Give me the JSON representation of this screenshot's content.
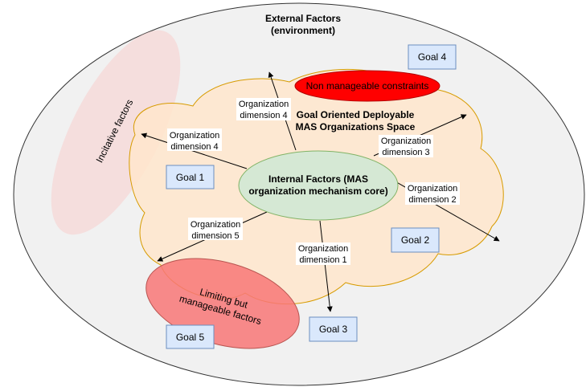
{
  "external": {
    "line1": "External Factors",
    "line2": "(environment)"
  },
  "space": {
    "line1": "Goal Oriented Deployable",
    "line2": "MAS Organizations Space"
  },
  "internal": {
    "line1": "Internal Factors (MAS",
    "line2": "organization mechanism core)"
  },
  "constraints": {
    "label": "Non manageable constraints"
  },
  "incitative": {
    "label": "Incitative factors"
  },
  "limiting": {
    "line1": "Limiting but",
    "line2": "manageable factors"
  },
  "goals": {
    "g1": "Goal 1",
    "g2": "Goal 2",
    "g3": "Goal 3",
    "g4": "Goal 4",
    "g5": "Goal 5"
  },
  "dimensions": {
    "d1": {
      "line1": "Organization",
      "line2": "dimension 1"
    },
    "d2": {
      "line1": "Organization",
      "line2": "dimension 2"
    },
    "d3": {
      "line1": "Organization",
      "line2": "dimension 3"
    },
    "d4_top": {
      "line1": "Organization",
      "line2": "dimension 4"
    },
    "d4_left": {
      "line1": "Organization",
      "line2": "dimension 4"
    },
    "d5": {
      "line1": "Organization",
      "line2": "dimension 5"
    }
  },
  "colors": {
    "outer_fill": "#f1f1f1",
    "cloud_fill": "#ffe6cc",
    "cloud_stroke": "#d79b00",
    "core_fill": "#d5e8d4",
    "core_stroke": "#82b366",
    "goal_fill": "#dae8fc",
    "goal_stroke": "#6c8ebf",
    "constraint_fill": "#ff0000",
    "incitative_fill": "#f8cecc",
    "limiting_fill": "#f87777"
  }
}
